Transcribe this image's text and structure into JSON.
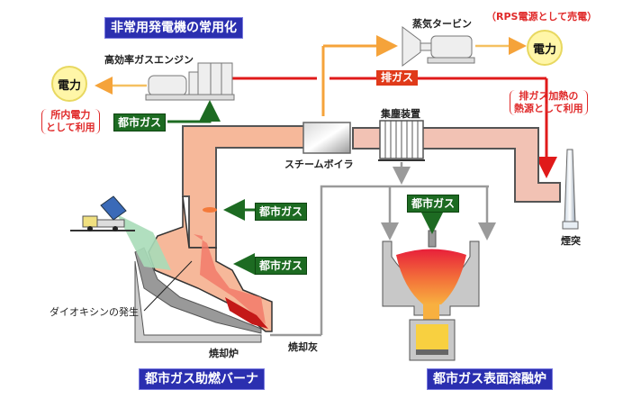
{
  "title": "非常用発電機の常用化",
  "labels": {
    "gas_engine": "高効率ガスエンジン",
    "steam_turbine": "蒸気タービン",
    "power_left": "電力",
    "power_right": "電力",
    "power_left_note_line1": "所内電力",
    "power_left_note_line2": "として利用",
    "power_right_note": "（RPS電源として売電）",
    "exhaust_gas": "排ガス",
    "exhaust_note_line1": "排ガス加熱の",
    "exhaust_note_line2": "熱源として利用",
    "dust_collector": "集塵装置",
    "steam_boiler": "スチームボイラ",
    "chimney": "煙突",
    "dioxin": "ダイオキシンの発生",
    "incinerator": "焼却炉",
    "incineration_ash": "焼却灰",
    "city_gas_engine": "都市ガス",
    "city_gas_burner_upper": "都市ガス",
    "city_gas_burner_lower": "都市ガス",
    "city_gas_melting": "都市ガス"
  },
  "sections": {
    "burner": "都市ガス助燃バーナ",
    "melting_furnace": "都市ガス表面溶融炉"
  },
  "colors": {
    "banner_blue": "#2b2fb0",
    "city_gas_green": "#1d6b22",
    "exhaust_red": "#e01a1a",
    "steam_orange": "#f5a33a",
    "power_yellow": "#fff6a8",
    "duct_salmon": "#f6b89a",
    "duct_pink": "#f2c2b4"
  }
}
